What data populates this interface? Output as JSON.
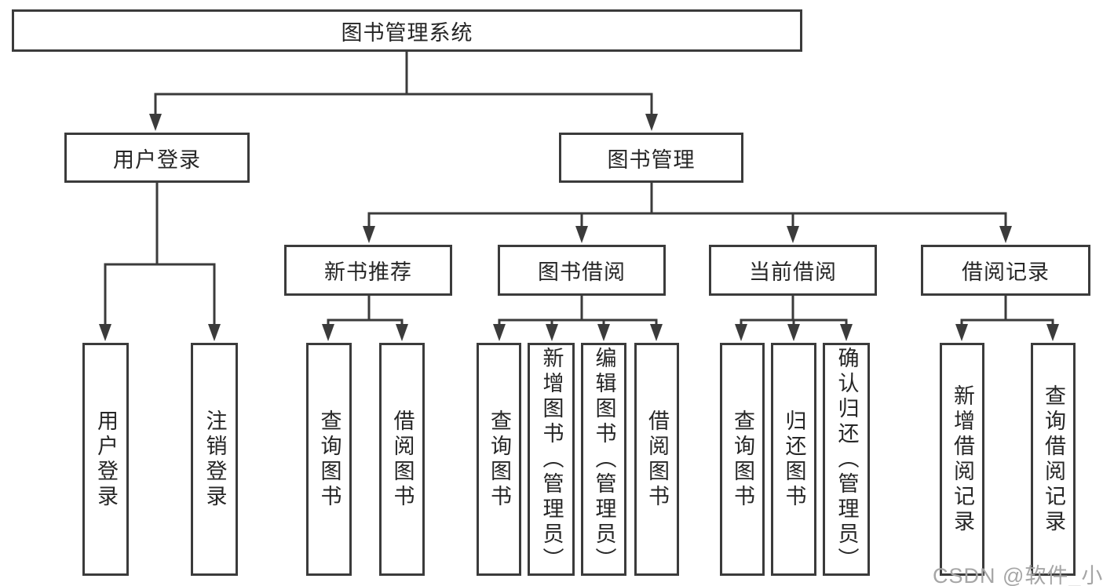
{
  "diagram": {
    "root": {
      "label": "图书管理系统",
      "children": [
        {
          "label": "用户登录",
          "children": [
            {
              "label": "用户登录"
            },
            {
              "label": "注销登录"
            }
          ]
        },
        {
          "label": "图书管理",
          "children": [
            {
              "label": "新书推荐",
              "children": [
                {
                  "label": "查询图书"
                },
                {
                  "label": "借阅图书"
                }
              ]
            },
            {
              "label": "图书借阅",
              "children": [
                {
                  "label": "查询图书"
                },
                {
                  "label": "新增图书（管理员）"
                },
                {
                  "label": "编辑图书（管理员）"
                },
                {
                  "label": "借阅图书"
                }
              ]
            },
            {
              "label": "当前借阅",
              "children": [
                {
                  "label": "查询图书"
                },
                {
                  "label": "归还图书"
                },
                {
                  "label": "确认归还（管理员）"
                }
              ]
            },
            {
              "label": "借阅记录",
              "children": [
                {
                  "label": "新增借阅记录"
                },
                {
                  "label": "查询借阅记录"
                }
              ]
            }
          ]
        }
      ]
    },
    "watermark": "CSDN @软件_小贺同学",
    "colors": {
      "line": "#3b3b3b",
      "text": "#262626",
      "watermark": "#a6a6a6",
      "background": "#ffffff"
    }
  }
}
